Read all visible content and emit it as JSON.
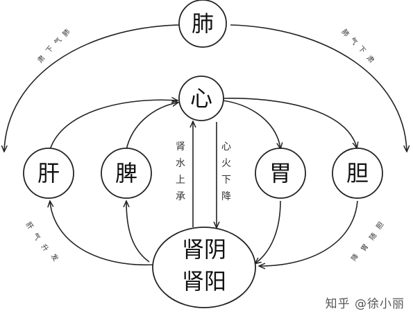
{
  "nodes": {
    "lung": "肺",
    "heart": "心",
    "liver": "肝",
    "spleen": "脾",
    "stomach": "胃",
    "gallbladder": "胆",
    "kidney_yin": "肾阴",
    "kidney_yang": "肾阳"
  },
  "labels": {
    "kidney_water_up": [
      "肾",
      "水",
      "上",
      "承"
    ],
    "heart_fire_down": [
      "心",
      "火",
      "下",
      "降"
    ],
    "lung_left_arc": [
      "肺",
      "气",
      "下",
      "肃"
    ],
    "lung_right_arc": [
      "肺",
      "气",
      "下",
      "肃"
    ],
    "liver_left_arc": [
      "肝",
      "气",
      "升",
      "发"
    ],
    "gallbladder_right_arc": [
      "胆",
      "随",
      "胃",
      "降"
    ]
  },
  "watermark": "知乎 @徐小丽"
}
